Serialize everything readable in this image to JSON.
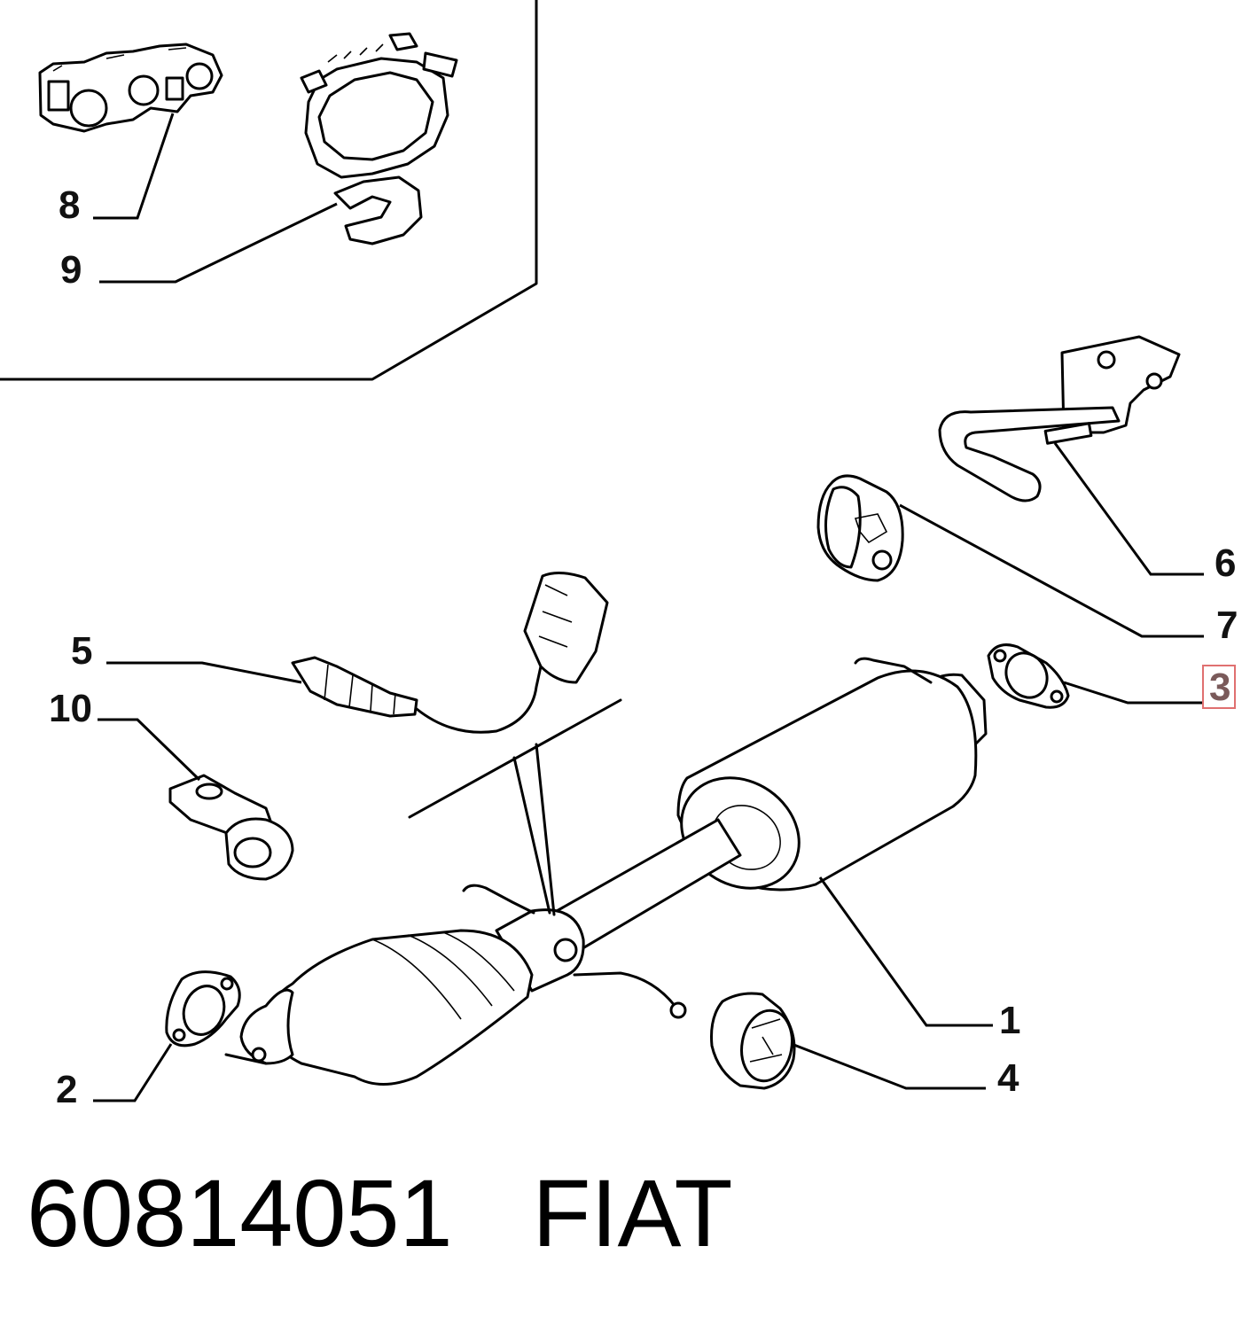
{
  "callouts": [
    {
      "id": "1",
      "label": "1",
      "highlighted": false
    },
    {
      "id": "2",
      "label": "2",
      "highlighted": false
    },
    {
      "id": "3",
      "label": "3",
      "highlighted": true
    },
    {
      "id": "4",
      "label": "4",
      "highlighted": false
    },
    {
      "id": "5",
      "label": "5",
      "highlighted": false
    },
    {
      "id": "6",
      "label": "6",
      "highlighted": false
    },
    {
      "id": "7",
      "label": "7",
      "highlighted": false
    },
    {
      "id": "8",
      "label": "8",
      "highlighted": false
    },
    {
      "id": "9",
      "label": "9",
      "highlighted": false
    },
    {
      "id": "10",
      "label": "10",
      "highlighted": false
    }
  ],
  "footer": {
    "part_number": "60814051",
    "brand": "FIAT"
  },
  "colors": {
    "line": "#000000",
    "background": "#ffffff",
    "highlight_border": "#e07070",
    "highlight_text": "#7a5a5a"
  }
}
